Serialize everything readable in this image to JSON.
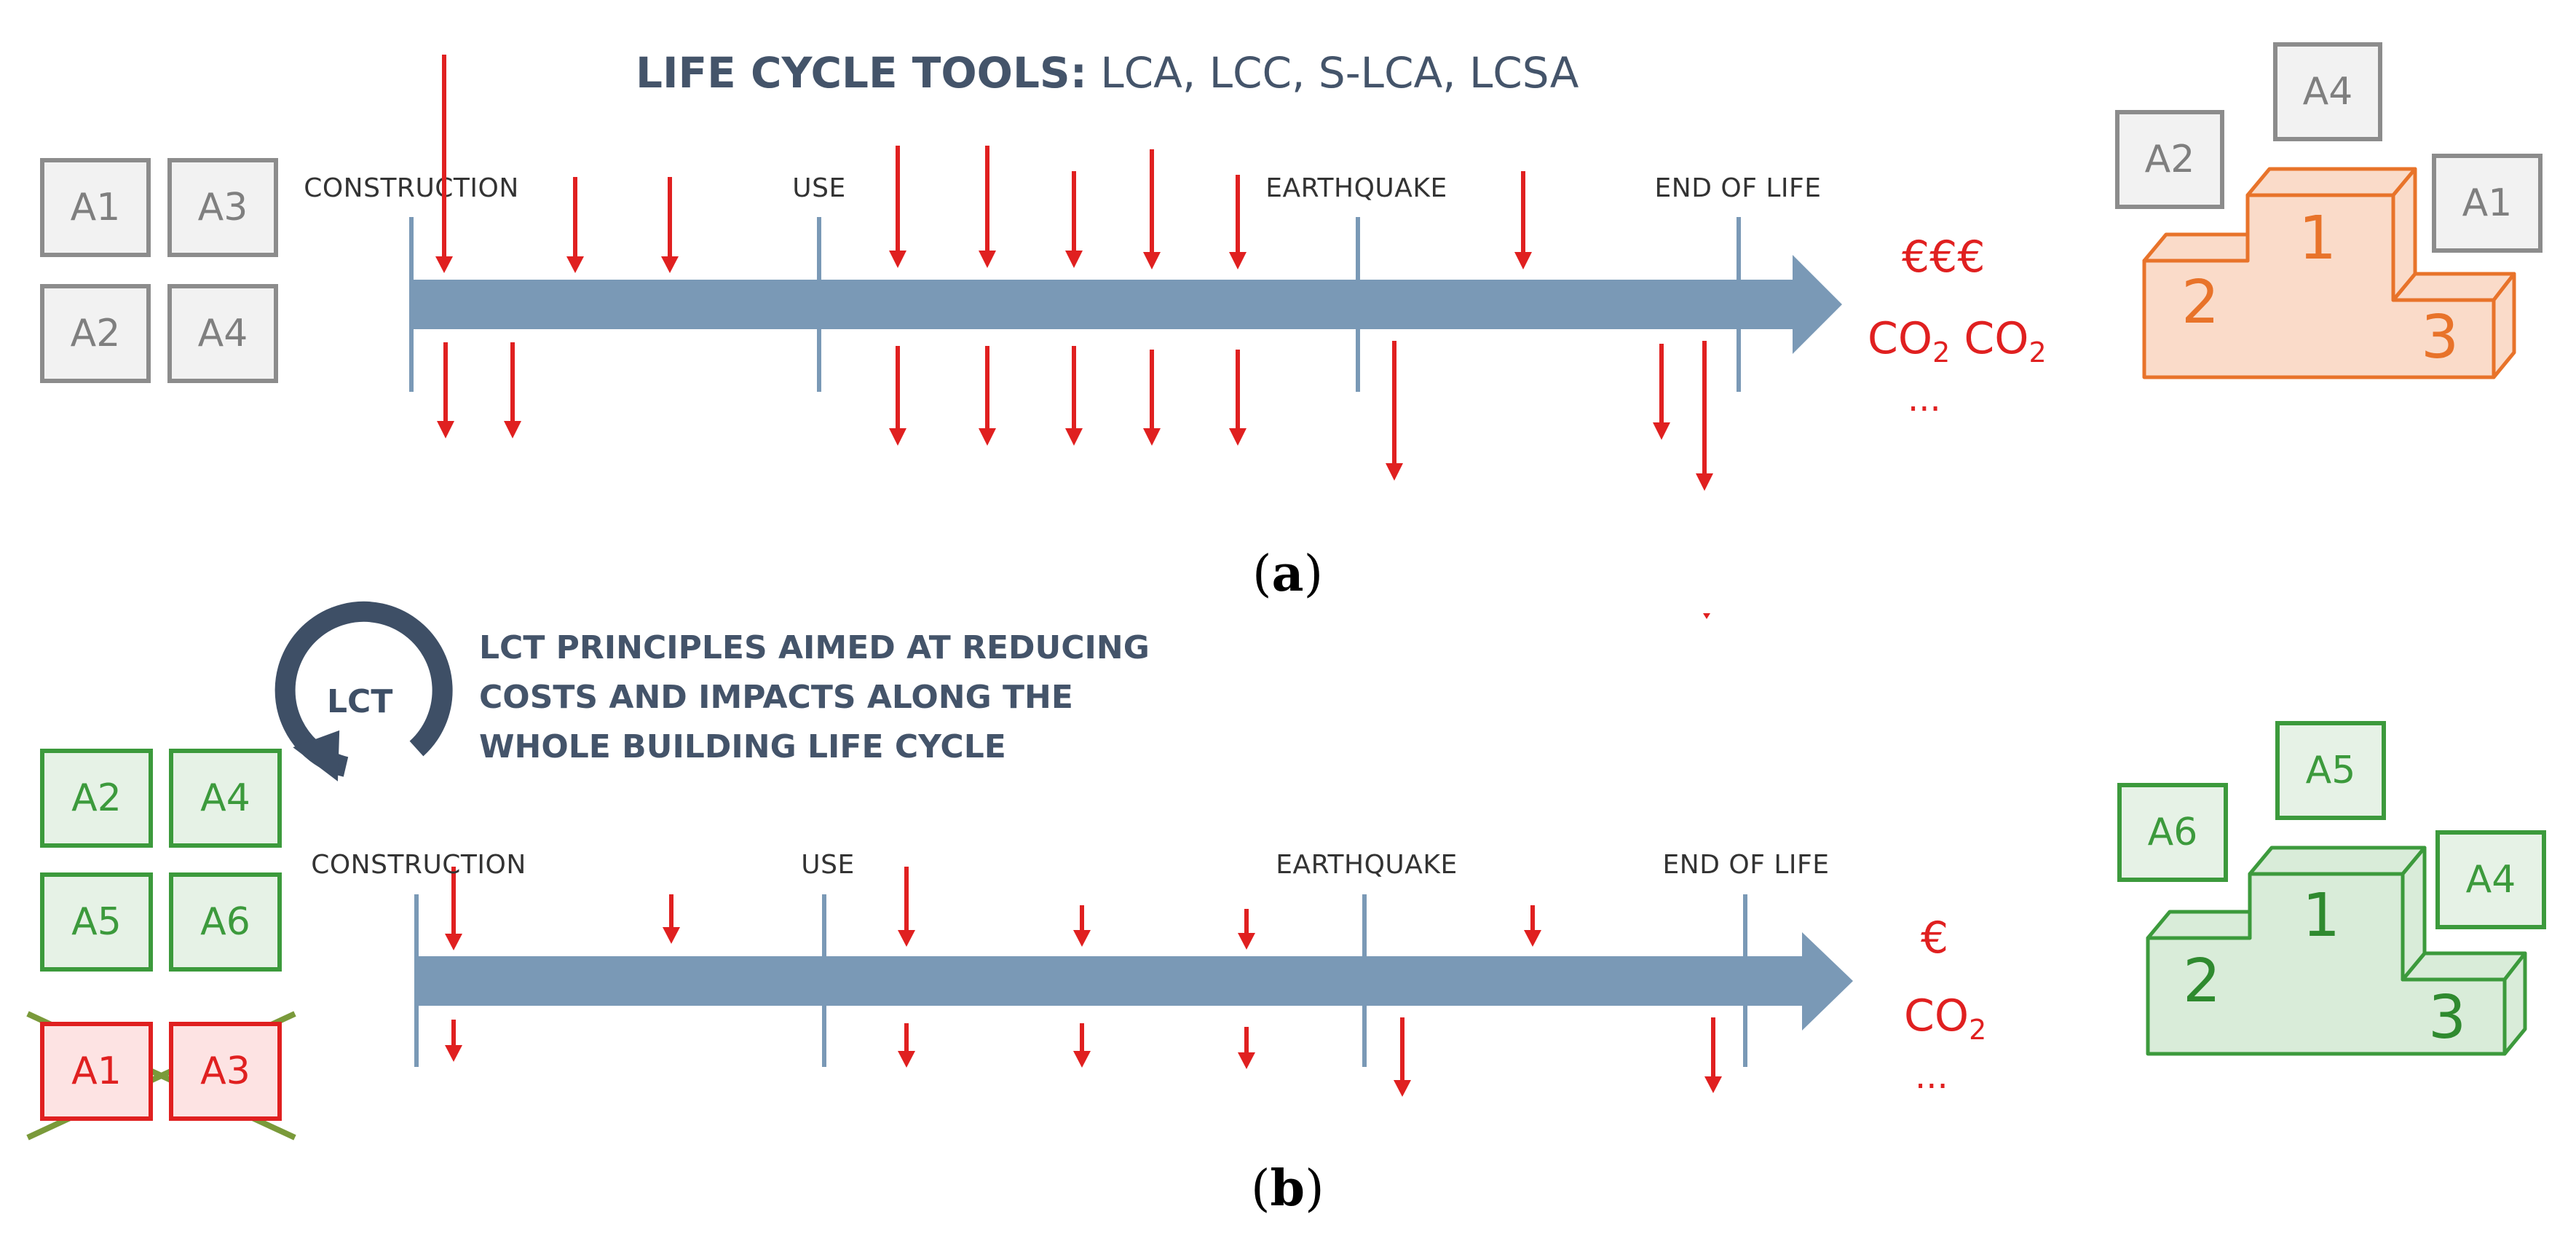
{
  "panel_a": {
    "title_bold": "LIFE CYCLE TOOLS:",
    "title_rest": " LCA, LCC, S-LCA, LCSA",
    "stages": [
      "CONSTRUCTION",
      "USE",
      "EARTHQUAKE",
      "END OF LIFE"
    ],
    "alternatives": [
      "A1",
      "A3",
      "A2",
      "A4"
    ],
    "results": {
      "cost": "€€€",
      "co2_a": "CO",
      "co2_b": "CO",
      "sub": "2",
      "more": "..."
    },
    "podium": {
      "first": "1",
      "second": "2",
      "third": "3",
      "floating": [
        "A4",
        "A2",
        "A1"
      ]
    },
    "label": "a"
  },
  "panel_b": {
    "cycle_label": "LCT",
    "note_lines": [
      "LCT PRINCIPLES AIMED AT REDUCING",
      "COSTS AND IMPACTS ALONG THE",
      "WHOLE BUILDING LIFE CYCLE"
    ],
    "stages": [
      "CONSTRUCTION",
      "USE",
      "EARTHQUAKE",
      "END OF LIFE"
    ],
    "alternatives_kept": [
      "A2",
      "A4",
      "A5",
      "A6"
    ],
    "alternatives_removed": [
      "A1",
      "A3"
    ],
    "results": {
      "cost": "€",
      "co2": "CO",
      "sub": "2",
      "more": "..."
    },
    "podium": {
      "first": "1",
      "second": "2",
      "third": "3",
      "floating": [
        "A5",
        "A6",
        "A4"
      ]
    },
    "label": "b"
  },
  "colors": {
    "timeline": "#7a99b6",
    "arrow_red": "#e02020",
    "orange": "#e8732a",
    "orange_fill": "#fadbc9",
    "green": "#3c9a3c",
    "green_fill": "#d9ecd9",
    "text_slate": "#44546a"
  }
}
